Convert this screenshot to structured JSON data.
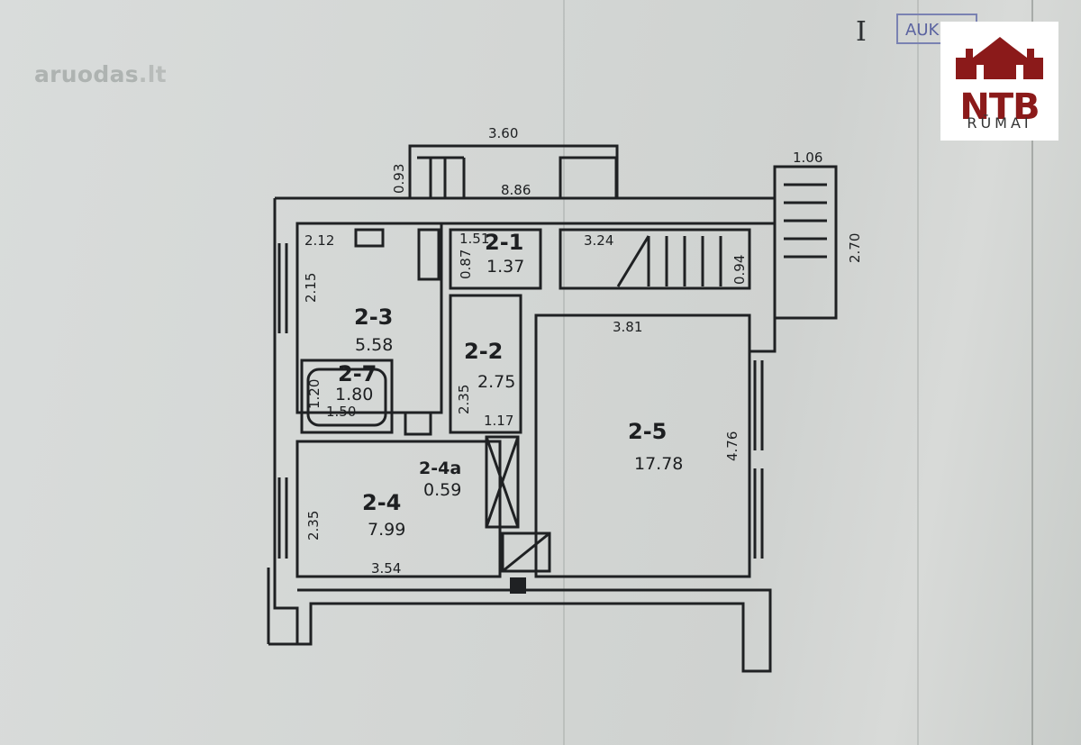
{
  "watermark": {
    "brand": "aruodas",
    "domain": ".lt"
  },
  "header": {
    "floor_numeral": "I",
    "stamp_text": "AUK"
  },
  "logo": {
    "name": "NTB",
    "subtitle": "RŪMAI",
    "color": "#8b1a1a"
  },
  "rooms": {
    "r21": {
      "id": "2-1",
      "area": "1.37"
    },
    "r22": {
      "id": "2-2",
      "area": "2.75"
    },
    "r23": {
      "id": "2-3",
      "area": "5.58"
    },
    "r27": {
      "id": "2-7",
      "area": "1.80"
    },
    "r24": {
      "id": "2-4",
      "area": "7.99"
    },
    "r24a": {
      "id": "2-4a",
      "area": "0.59"
    },
    "r25": {
      "id": "2-5",
      "area": "17.78"
    }
  },
  "dimensions": {
    "top_porch_width": "3.60",
    "top_porch_depth": "0.93",
    "building_width": "8.86",
    "stair_width": "1.06",
    "stair_length": "2.70",
    "kitchen_width": "2.12",
    "kitchen_depth": "2.15",
    "wc_width": "1.51",
    "wc_depth": "0.87",
    "stair_hall_width": "3.24",
    "stair_hall_depth": "0.94",
    "living_width": "3.81",
    "living_depth": "4.76",
    "bath_width": "1.50",
    "bath_depth": "1.20",
    "hall_depth": "2.35",
    "hall_width": "1.17",
    "room24_depth": "2.35",
    "room24_width": "3.54"
  }
}
